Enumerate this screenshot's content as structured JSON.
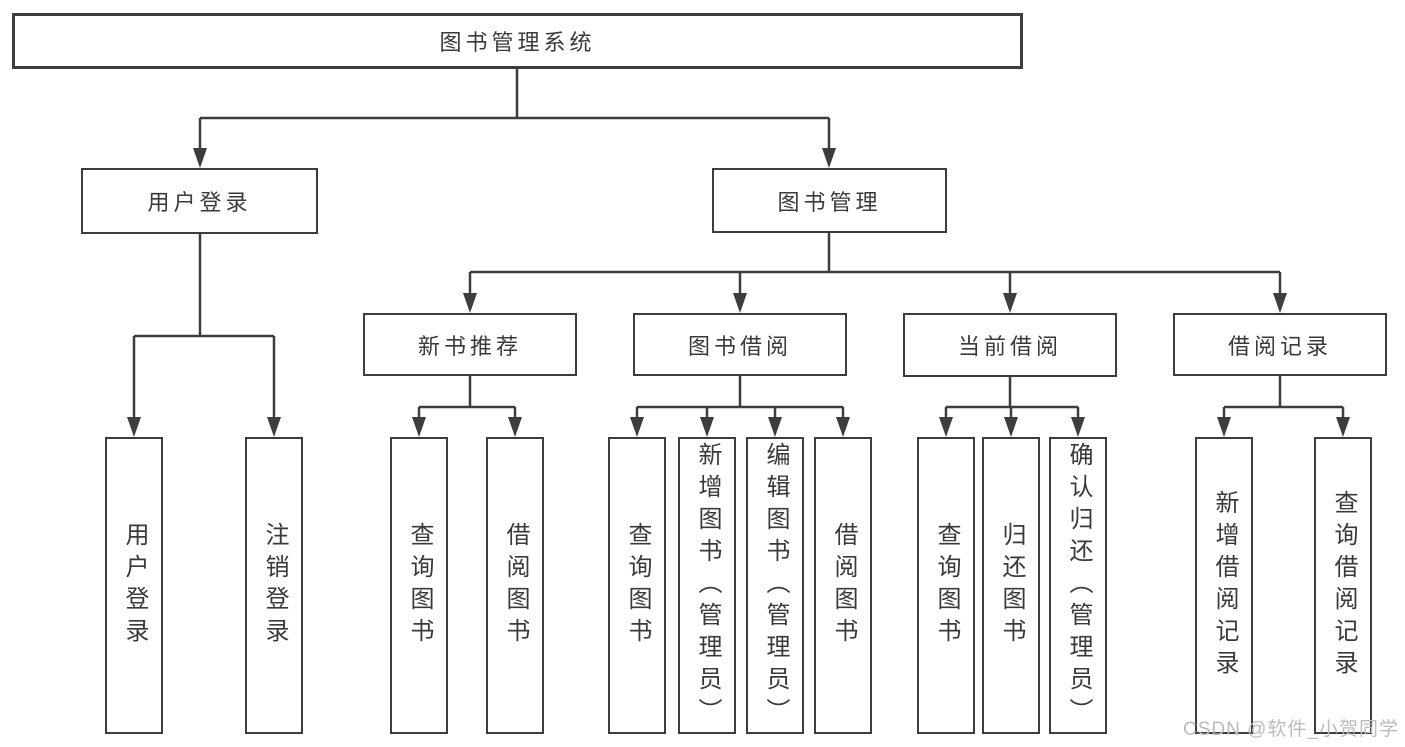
{
  "diagram": {
    "root": {
      "label": "图书管理系统"
    },
    "branches": [
      {
        "label": "用户登录",
        "children": [
          {
            "label": "用户登录"
          },
          {
            "label": "注销登录"
          }
        ]
      },
      {
        "label": "图书管理",
        "children": [
          {
            "label": "新书推荐",
            "children": [
              {
                "label": "查询图书"
              },
              {
                "label": "借阅图书"
              }
            ]
          },
          {
            "label": "图书借阅",
            "children": [
              {
                "label": "查询图书"
              },
              {
                "label": "新增图书（管理员）"
              },
              {
                "label": "编辑图书（管理员）"
              },
              {
                "label": "借阅图书"
              }
            ]
          },
          {
            "label": "当前借阅",
            "children": [
              {
                "label": "查询图书"
              },
              {
                "label": "归还图书"
              },
              {
                "label": "确认归还（管理员）"
              }
            ]
          },
          {
            "label": "借阅记录",
            "children": [
              {
                "label": "新增借阅记录"
              },
              {
                "label": "查询借阅记录"
              }
            ]
          }
        ]
      }
    ]
  },
  "colors": {
    "line": "#3d3d3d",
    "text": "#3a3a3a",
    "watermark": "#b8bcc0"
  },
  "watermark": {
    "text": "CSDN @软件_小贺同学"
  }
}
